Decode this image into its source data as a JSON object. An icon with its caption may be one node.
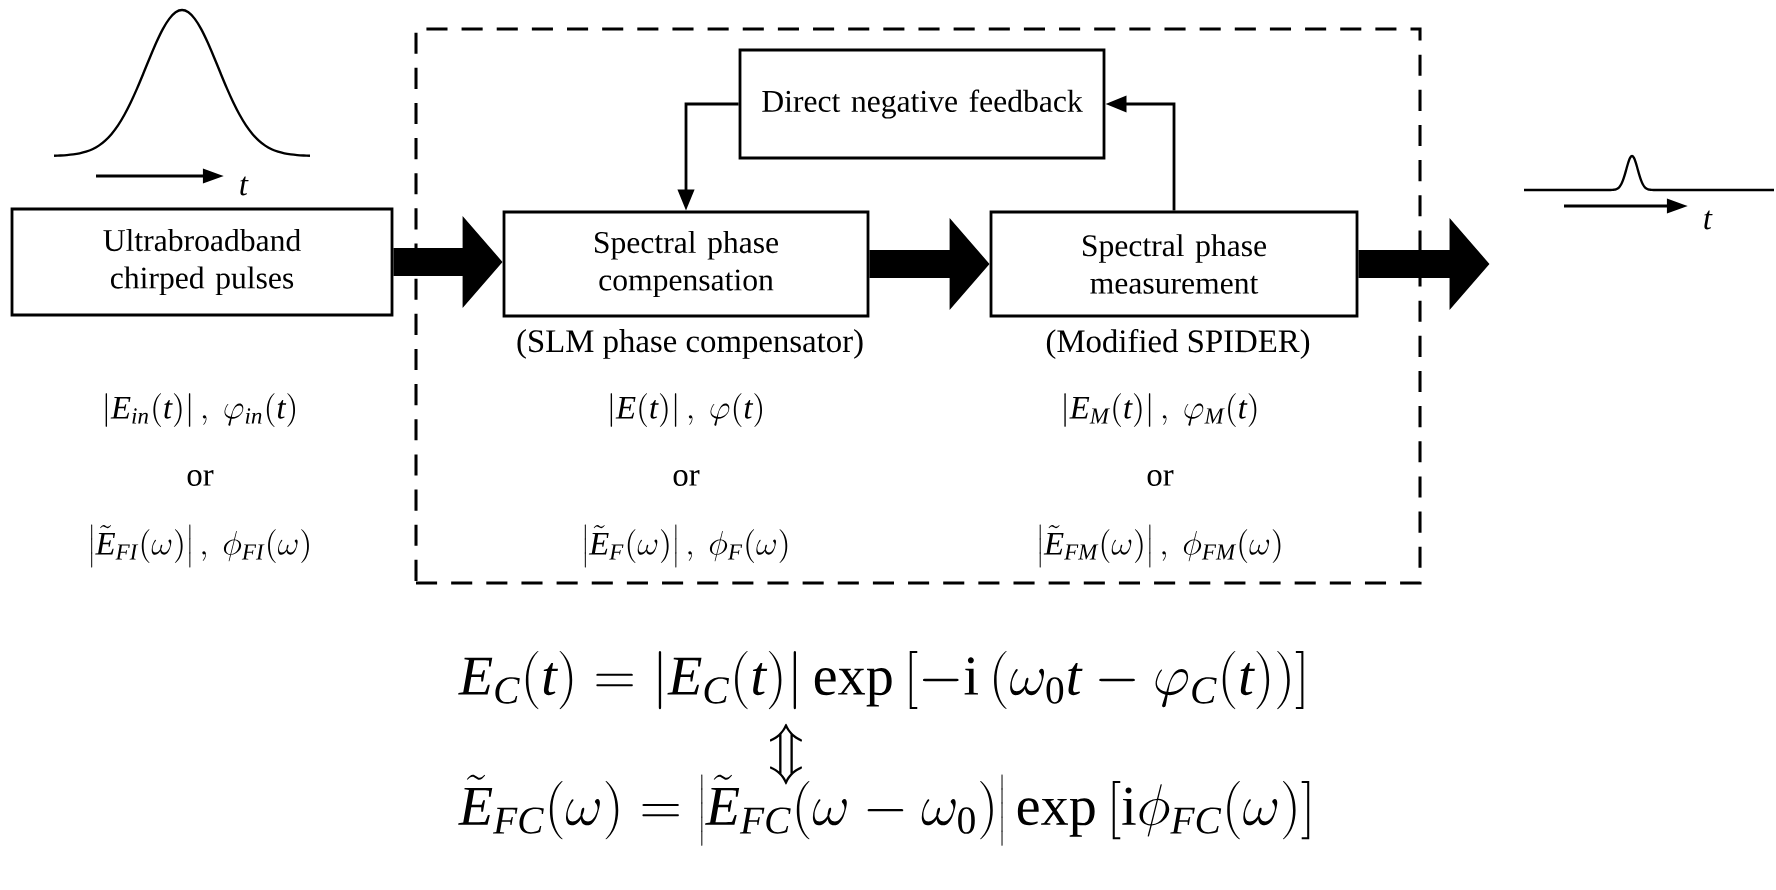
{
  "diagram": {
    "nodes": [
      {
        "text": [],
        "shape": "box"
      },
      {
        "text": [
          "Direct negative feedback"
        ],
        "in": 0
      },
      {
        "text": [
          "Ultrabroadband chirped pulses"
        ],
        "beside": [
          "\\left|E_{in}(t)\\right|,\\ \\varphi_{in}(t)",
          "or",
          "\\left|\\tilde{E}_{FI}(\\omega)\\right|,\\ \\phi_{FI}(\\omega)"
        ]
      },
      {
        "text": [
          "Spectral phase compensation"
        ],
        "in": 0,
        "beside": [
          "(SLM phase compensator)",
          "\\left|E(t)\\right|,\\ \\varphi(t)",
          "or",
          "\\left|\\tilde{E}_{F}(\\omega)\\right|,\\ \\phi_{F}(\\omega)"
        ]
      },
      {
        "text": [
          "Spectral phase measurement"
        ],
        "in": 0,
        "beside": [
          "(Modified SPIDER)",
          "\\left|E_{M}(t)\\right|,\\ \\varphi_{M}(t)",
          "or",
          "\\left|\\tilde{E}_{FM}(\\omega)\\right|,\\ \\phi_{FM}(\\omega)"
        ]
      },
      {
        "text": [],
        "shape": "picture"
      }
    ],
    "edges": [
      {
        "from": 2,
        "to": 3,
        "arrow": "to"
      },
      {
        "from": 3,
        "to": 4,
        "arrow": "to"
      },
      {
        "from": 4,
        "to": 5,
        "arrow": "to"
      },
      {
        "from": 4,
        "to": 1,
        "arrow": "to"
      },
      {
        "from": 1,
        "to": 3,
        "arrow": "to"
      }
    ],
    "labels": [
      "t",
      "t",
      "E_{C}(t)=\\left|E_{C}(t)\\right|\\exp\\left[-\\mathrm{i}\\left(\\omega_{0}t-\\varphi_{C}(t)\\right)\\right]",
      "\\Updownarrow",
      "\\tilde{E}_{FC}(\\omega)=\\left|\\tilde{E}_{FC}(\\omega-\\omega_{0})\\right|\\exp\\left[\\mathrm{i}\\phi_{FC}(\\omega)\\right]"
    ]
  }
}
